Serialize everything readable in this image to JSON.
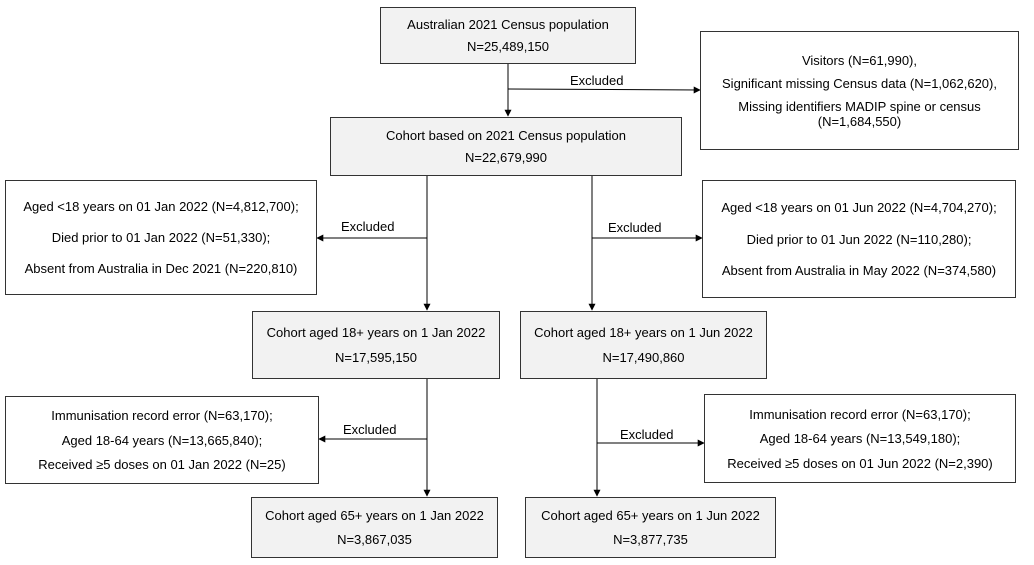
{
  "nodes": {
    "census": {
      "title": "Australian 2021 Census population",
      "count": "N=25,489,150"
    },
    "excl1": {
      "lines": [
        "Visitors (N=61,990),",
        "Significant missing Census data (N=1,062,620),",
        "Missing identifiers MADIP spine or census (N=1,684,550)"
      ]
    },
    "cohort": {
      "title": "Cohort based on 2021 Census population",
      "count": "N=22,679,990"
    },
    "excl_jan": {
      "lines": [
        "Aged <18 years on 01 Jan 2022 (N=4,812,700);",
        "Died prior to 01 Jan 2022 (N=51,330);",
        "Absent from Australia in Dec 2021 (N=220,810)"
      ]
    },
    "excl_jun": {
      "lines": [
        "Aged <18 years on 01 Jun 2022 (N=4,704,270);",
        "Died prior to 01 Jun 2022 (N=110,280);",
        "Absent from Australia in May 2022 (N=374,580)"
      ]
    },
    "adult_jan": {
      "title": "Cohort aged 18+ years on 1 Jan 2022",
      "count": "N=17,595,150"
    },
    "adult_jun": {
      "title": "Cohort aged 18+ years on 1 Jun 2022",
      "count": "N=17,490,860"
    },
    "excl_jan2": {
      "lines": [
        "Immunisation record error (N=63,170);",
        "Aged 18-64 years (N=13,665,840);",
        "Received ≥5 doses on 01 Jan 2022 (N=25)"
      ]
    },
    "excl_jun2": {
      "lines": [
        "Immunisation record error (N=63,170);",
        "Aged 18-64 years (N=13,549,180);",
        "Received ≥5 doses on 01 Jun 2022 (N=2,390)"
      ]
    },
    "old_jan": {
      "title": "Cohort aged 65+ years on 1 Jan 2022",
      "count": "N=3,867,035"
    },
    "old_jun": {
      "title": "Cohort aged 65+ years on 1 Jun 2022",
      "count": "N=3,877,735"
    }
  },
  "edge_labels": {
    "excluded": "Excluded"
  }
}
